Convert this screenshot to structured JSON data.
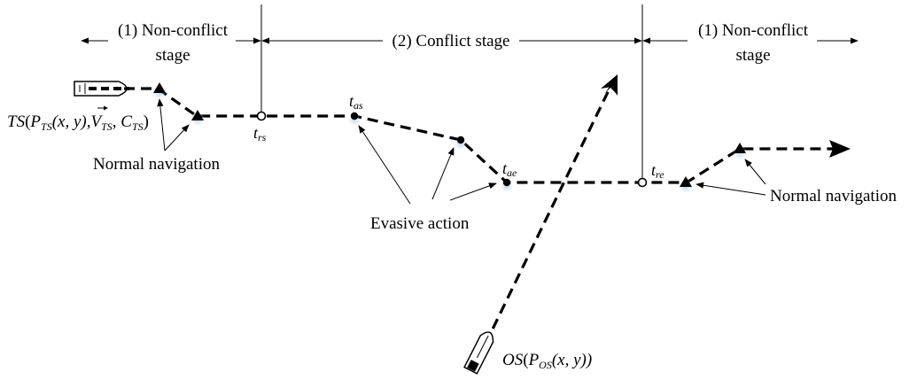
{
  "stages": {
    "left": {
      "line1": "(1) Non-conflict",
      "line2": "stage"
    },
    "middle": {
      "label": "(2) Conflict stage"
    },
    "right": {
      "line1": "(1) Non-conflict",
      "line2": "stage"
    }
  },
  "ships": {
    "target_ship": {
      "label": "TS(P_TS(x,y), V_TS, C_TS)",
      "name": "TS",
      "p": "P",
      "p_sub": "TS",
      "xy": "(x, y),",
      "v": "V",
      "v_sub": "TS",
      "c": "C",
      "c_sub": "TS",
      "close": ")"
    },
    "own_ship": {
      "label": "OS(P_OS(x,y))",
      "name": "OS",
      "p": "P",
      "p_sub": "OS",
      "xy": "(x, y))"
    }
  },
  "time_points": {
    "trs": {
      "t": "t",
      "sub": "rs"
    },
    "tas": {
      "t": "t",
      "sub": "as"
    },
    "tae": {
      "t": "t",
      "sub": "ae"
    },
    "tre": {
      "t": "t",
      "sub": "re"
    }
  },
  "annotations": {
    "normal_navigation_left": "Normal navigation",
    "evasive_action": "Evasive action",
    "normal_navigation_right": "Normal navigation"
  }
}
